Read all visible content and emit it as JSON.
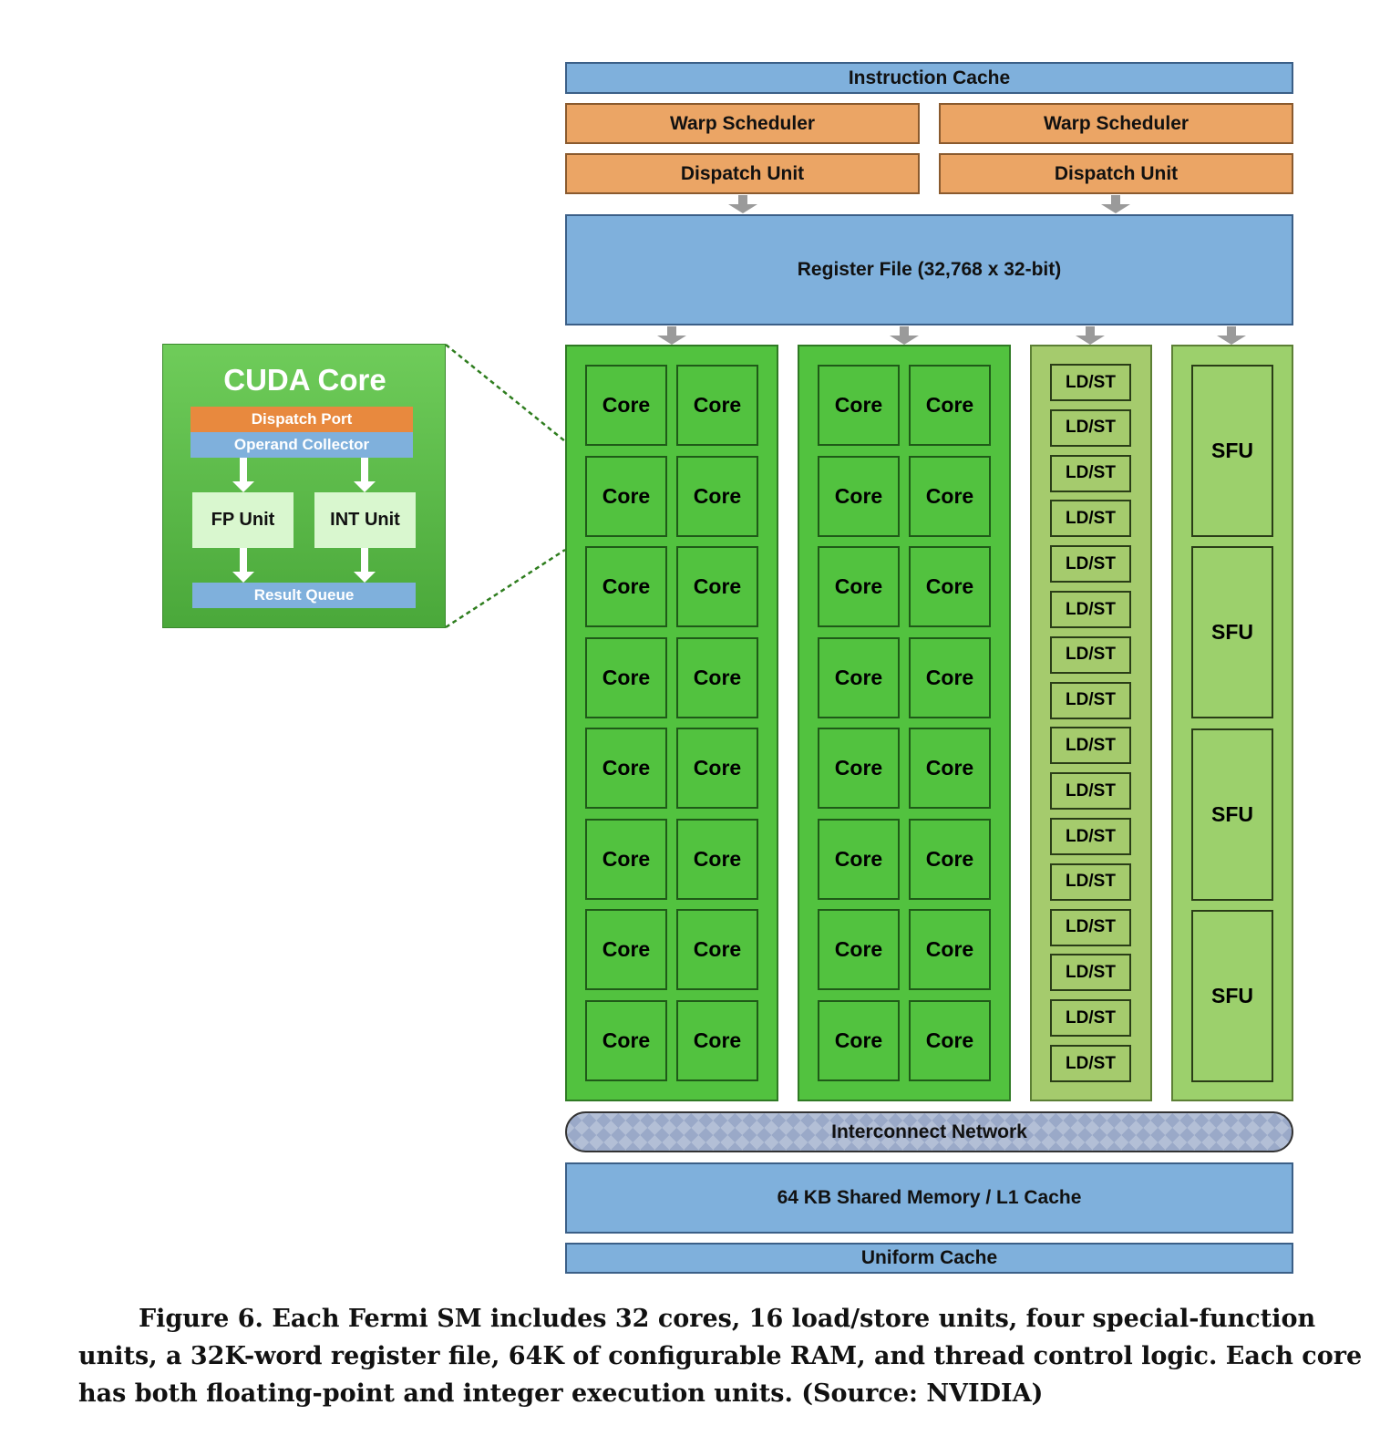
{
  "sm": {
    "instruction_cache": "Instruction Cache",
    "warp_schedulers": [
      "Warp Scheduler",
      "Warp Scheduler"
    ],
    "dispatch_units": [
      "Dispatch Unit",
      "Dispatch Unit"
    ],
    "register_file": "Register File (32,768 x 32-bit)",
    "core_label": "Core",
    "ldst_label": "LD/ST",
    "sfu_label": "SFU",
    "interconnect": "Interconnect Network",
    "shared_memory": "64 KB Shared Memory / L1 Cache",
    "uniform_cache": "Uniform Cache"
  },
  "cuda_core": {
    "title": "CUDA Core",
    "dispatch_port": "Dispatch Port",
    "operand_collector": "Operand Collector",
    "fp_unit": "FP Unit",
    "int_unit": "INT Unit",
    "result_queue": "Result Queue"
  },
  "caption": {
    "line1": "Figure 6. Each Fermi SM includes 32 cores, 16 load/store units, four special-function",
    "line2": "units, a 32K-word register file, 64K of configurable RAM, and thread control logic. Each core",
    "line3": "has both floating-point and integer execution units. (Source: NVIDIA)"
  },
  "colors": {
    "cache_blue": "#7fb0dc",
    "scheduler_orange": "#eba565",
    "core_green": "#52c23f",
    "ldst_green": "#a5cb6d",
    "sfu_green": "#9cd06c"
  }
}
